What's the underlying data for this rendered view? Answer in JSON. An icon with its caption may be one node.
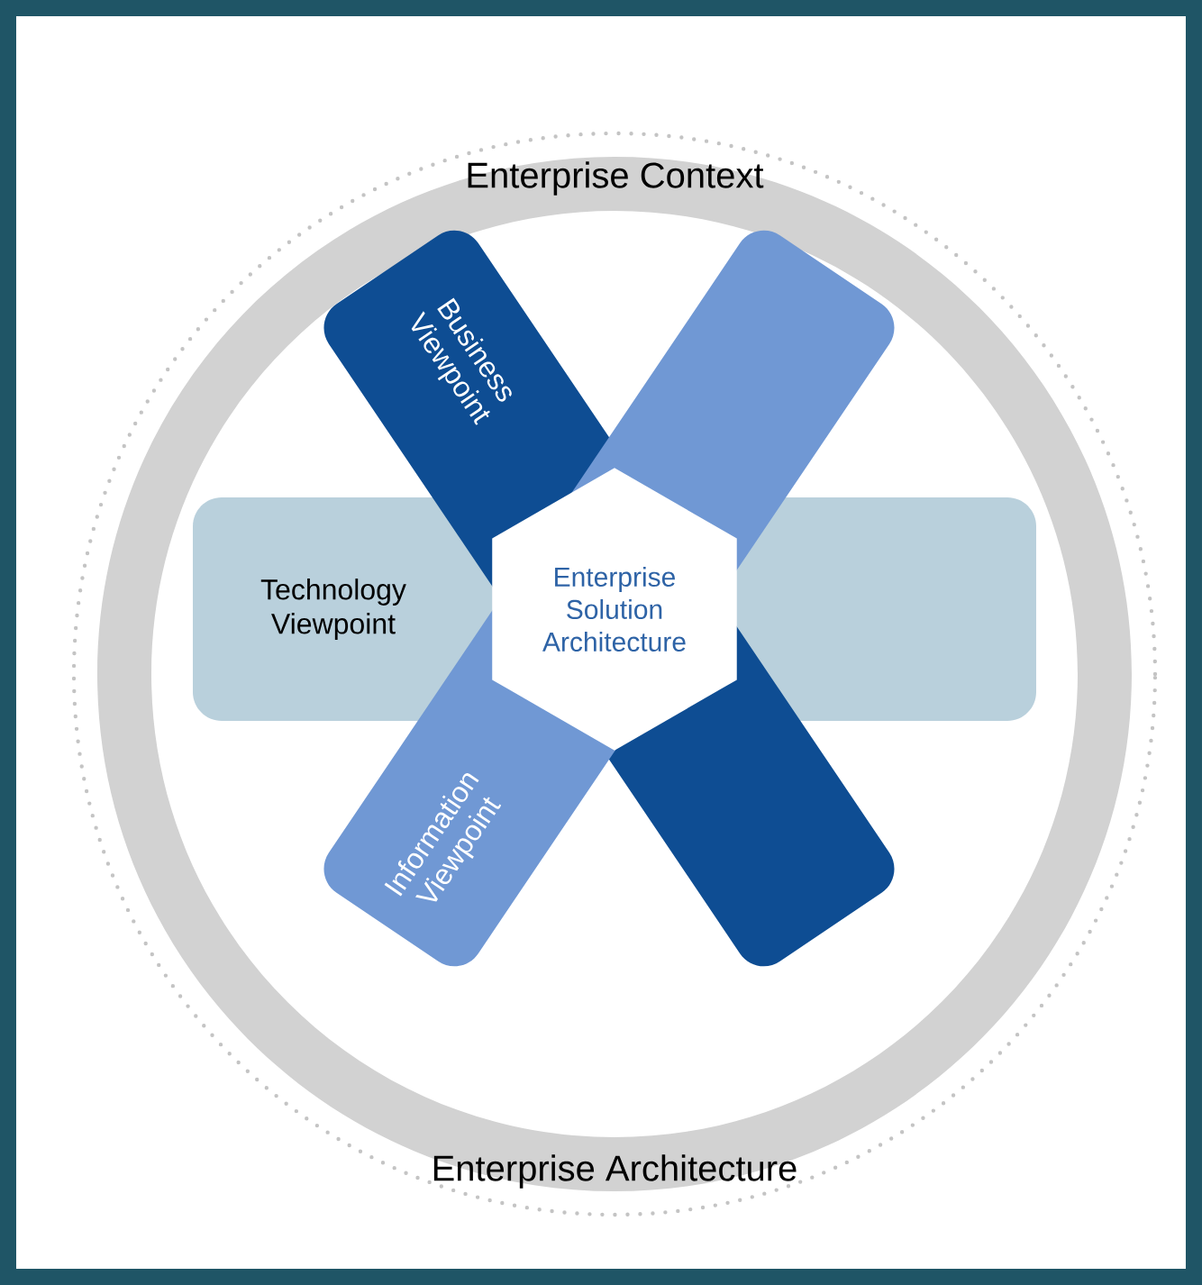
{
  "diagram": {
    "nodes": [
      {
        "text": [
          "Enterprise Context",
          "Enterprise Architecture"
        ]
      },
      {
        "text": [
          "Business Viewpoint"
        ],
        "in": 0
      },
      {
        "text": [
          "Technology Viewpoint"
        ],
        "in": 0
      },
      {
        "text": [
          "Enterprise Solution Architecture"
        ],
        "in": 0
      },
      {
        "text": [
          "Information Viewpoint"
        ],
        "in": 0
      }
    ]
  }
}
